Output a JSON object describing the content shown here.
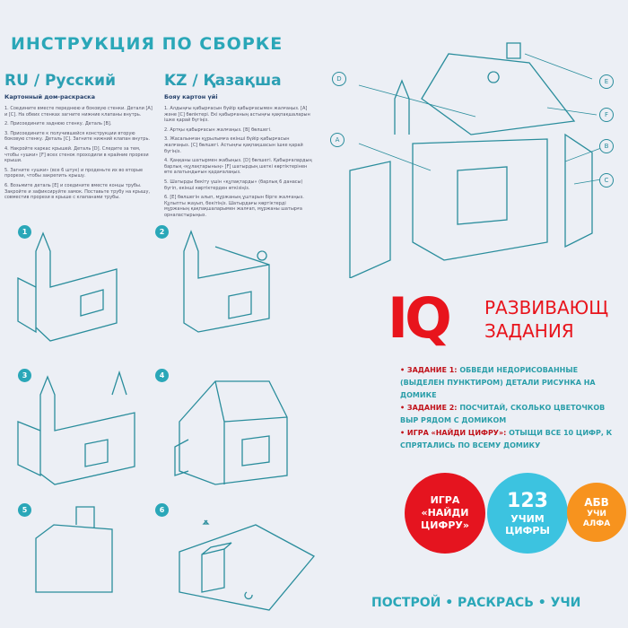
{
  "title": "ИНСТРУКЦИЯ ПО СБОРКЕ",
  "ru": {
    "lang": "RU / Русский",
    "subtitle": "Картонный дом-раскраска",
    "steps": [
      "1. Соедините вместе переднюю и боковую стенки. Детали [A] и [C]. На обеих стенках загните нижние клапаны внутрь.",
      "2. Присоедините заднюю стенку. Деталь [B].",
      "3. Присоедините к получившейся конструкции вторую боковую стенку. Деталь [C]. Загните нижний клапан внутрь.",
      "4. Накройте каркас крышей. Деталь [D]. Следите за тем, чтобы «ушки» [F] всех стенок проходили в крайние прорези крыши.",
      "5. Загните «ушки» (все 6 штук) и проденьте их во вторые прорези, чтобы закрепить крышу.",
      "6. Возьмите деталь [E] и соедините вместе концы трубы. Закройте и зафиксируйте замок. Поставьте трубу на крышу, совместив прорези в крыше с клапанами трубы."
    ]
  },
  "kz": {
    "lang": "KZ / Қазақша",
    "subtitle": "Бояу картон үйі",
    "steps": [
      "1. Алдыңғы қабырғасын бүйір қабырғасымен жалғаңыз. [A] және [C] бөліктері. Екі қабырғаның астыңғы қақпақшаларын ішке қарай бүгіңіз.",
      "2. Артқы қабырғасын жалғаңыз. [B] бөлшегі.",
      "3. Жасалынған құрылымға екінші бүйір қабырғасын жалғаңыз. [C] бөлшегі. Астыңғы қақпақшасын ішке қарай бүгіңіз.",
      "4. Қаңқаны шатырмен жабыңыз. [D] бөлшегі. Қабырғалардың барлық «құлақтарының» [F] шатырдың шеткі көртіктерінен өте алатындығын қадағалаңыз.",
      "5. Шатырды бекіту үшін «құлақтарды» (барлық 6 данасы) бүгіп, екінші көртіктерден өткізіңіз.",
      "6. [E] бөлшегін алып, мұржаның ұштарын бірге жалғаңыз. Құлыпты жауып, бекітіңіз. Шатырдағы көртіктерді мұржаның қақпақшаларымен жалғап, мұржаны шатырға орналастырыңыз."
    ]
  },
  "step_numbers": [
    "1",
    "2",
    "3",
    "4",
    "5",
    "6"
  ],
  "part_labels": [
    "A",
    "B",
    "C",
    "D",
    "E",
    "F"
  ],
  "iq": {
    "logo": "IQ",
    "heading_line1": "РАЗВИВАЮЩ",
    "heading_line2": "ЗАДАНИЯ",
    "tasks": [
      {
        "label": "ЗАДАНИЕ 1:",
        "text": "ОБВЕДИ НЕДОРИСОВАННЫЕ (ВЫДЕЛЕН ПУНКТИРОМ) ДЕТАЛИ РИСУНКА НА ДОМИКЕ"
      },
      {
        "label": "ЗАДАНИЕ 2:",
        "text": "ПОСЧИТАЙ, СКОЛЬКО ЦВЕТОЧКОВ ВЫР РЯДОМ С ДОМИКОМ"
      },
      {
        "label": "ИГРА «НАЙДИ ЦИФРУ»:",
        "text": "ОТЫЩИ ВСЕ 10 ЦИФР, К СПРЯТАЛИСЬ ПО ВСЕМУ ДОМИКУ"
      }
    ]
  },
  "badges": [
    {
      "line1": "ИГРА",
      "line2": "«НАЙДИ",
      "line3": "ЦИФРУ»",
      "color": "#e5141f"
    },
    {
      "digits": "123",
      "line1": "УЧИМ",
      "line2": "ЦИФРЫ",
      "color": "#3cc3e0"
    },
    {
      "letters": "АБВ",
      "line1": "УЧИ",
      "line2": "АЛФА",
      "color": "#f7931e"
    }
  ],
  "footer": "ПОСТРОЙ • РАСКРАСЬ • УЧИ",
  "colors": {
    "teal": "#2aa7b8",
    "red": "#e8141c",
    "bg": "#eceff5"
  }
}
